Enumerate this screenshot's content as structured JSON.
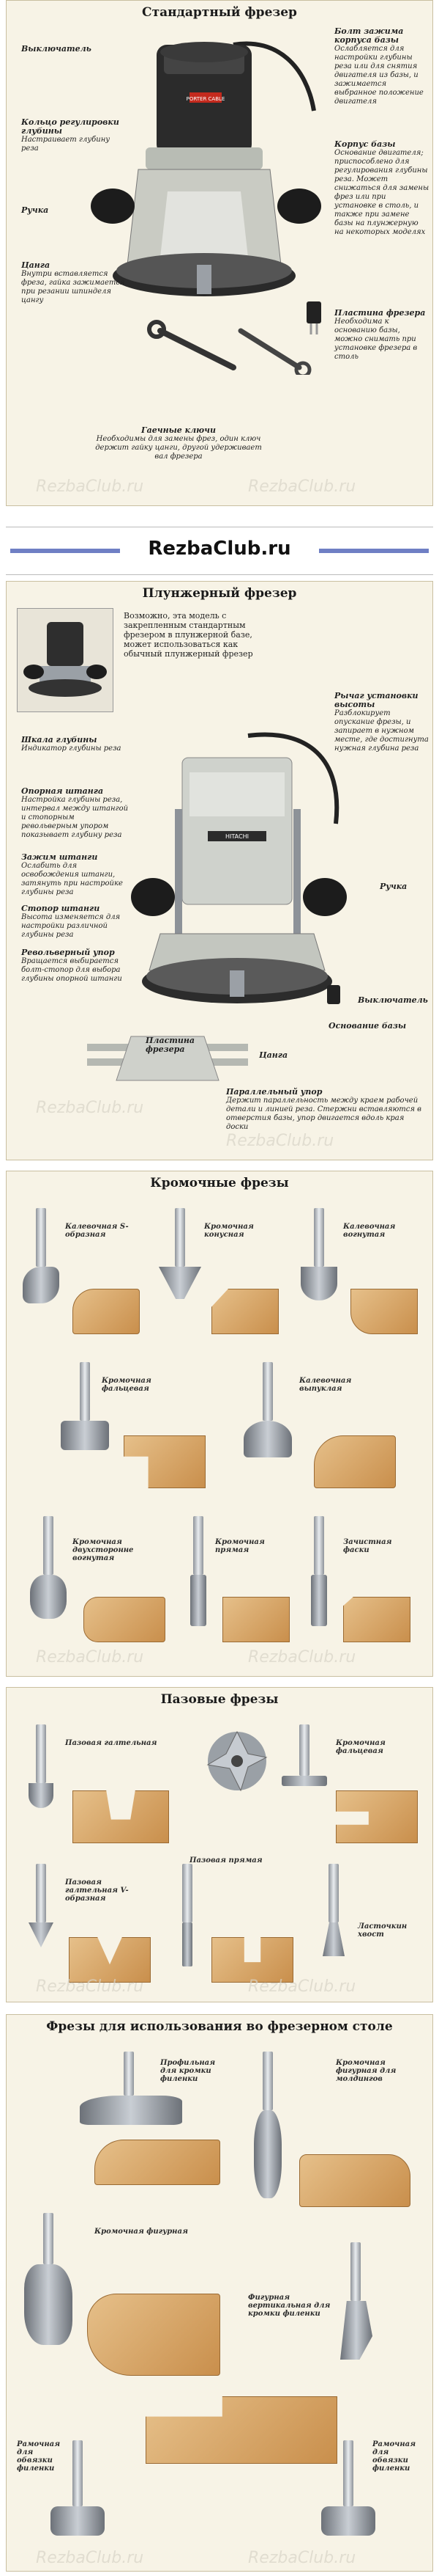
{
  "section1": {
    "title": "Стандартный фрезер",
    "labels": [
      {
        "title": "Выключатель",
        "text": ""
      },
      {
        "title": "Кольцо регулировки глубины",
        "text": "Настраивает глубину реза"
      },
      {
        "title": "Ручка",
        "text": ""
      },
      {
        "title": "Цанга",
        "text": "Внутри вставляется фреза, гайка зажимается при резании шпинделя цангу"
      },
      {
        "title": "Гаечные ключи",
        "text": "Необходимы для замены фрез, один ключ держит гайку цанги, другой удерживает вал фрезера"
      },
      {
        "title": "Болт зажима корпуса базы",
        "text": "Ослабляется для настройки глубины реза или для снятия двигателя из базы, и зажимается выбранное положение двигателя"
      },
      {
        "title": "Корпус базы",
        "text": "Основание двигателя; приспособлено для регулирования глубины реза. Может снижаться для замены фрез или при установке в столь, и также при замене базы на плунжерную на некоторых моделях"
      },
      {
        "title": "Пластина фрезера",
        "text": "Необходима к основанию базы, можно снимать при установке фрезера в столь"
      }
    ],
    "brand": "PORTER CABLE"
  },
  "banner": {
    "text": "RezbaClub.ru"
  },
  "section2": {
    "title": "Плунжерный фрезер",
    "intro": "Возможно, эта модель с закрепленным стандартным фрезером в плунжерной базе, может использоваться как обычный плунжерный фрезер",
    "labels": [
      {
        "title": "Рычаг установки высоты",
        "text": "Разблокирует опускание фрезы, и запирает в нужном месте, где достигнута нужная глубина реза"
      },
      {
        "title": "Шкала глубины",
        "text": "Индикатор глубины реза"
      },
      {
        "title": "Опорная штанга",
        "text": "Настройка глубины реза, интервал между штангой и стопорным револьверным упором показывает глубину реза"
      },
      {
        "title": "Зажим штанги",
        "text": "Ослабить для освобождения штанги, затянуть при настройке глубины реза"
      },
      {
        "title": "Стопор штанги",
        "text": "Высота изменяется для настройки различной глубины реза"
      },
      {
        "title": "Револьверный упор",
        "text": "Вращается выбирается болт-стопор для выбора глубины опорной штанги"
      },
      {
        "title": "Пластина фрезера",
        "text": ""
      },
      {
        "title": "Ручка",
        "text": ""
      },
      {
        "title": "Выключатель",
        "text": ""
      },
      {
        "title": "Основание базы",
        "text": ""
      },
      {
        "title": "Цанга",
        "text": ""
      },
      {
        "title": "Параллельный упор",
        "text": "Держит параллельность между краем рабочей детали и линией реза. Стержни вставляются в отверстия базы, упор двигается вдоль края доски"
      }
    ],
    "brand": "HITACHI"
  },
  "section3": {
    "title": "Кромочные фрезы",
    "items": [
      {
        "name": "Калевочная S-образная"
      },
      {
        "name": "Кромочная конусная"
      },
      {
        "name": "Калевочная вогнутая"
      },
      {
        "name": "Кромочная фальцевая"
      },
      {
        "name": "Калевочная выпуклая"
      },
      {
        "name": "Кромочная двухсторонне вогнутая"
      },
      {
        "name": "Кромочная прямая"
      },
      {
        "name": "Зачистная фаски"
      }
    ]
  },
  "section4": {
    "title": "Пазовые фрезы",
    "items": [
      {
        "name": "Пазовая галтельная"
      },
      {
        "name": "Кромочная фальцевая"
      },
      {
        "name": "Пазовая галтельная V-образная"
      },
      {
        "name": "Пазовая прямая"
      },
      {
        "name": "Ласточкин хвост"
      }
    ]
  },
  "section5": {
    "title": "Фрезы для использования во фрезерном столе",
    "items": [
      {
        "name": "Профильная для кромки филенки"
      },
      {
        "name": "Кромочная фигурная для молдингов"
      },
      {
        "name": "Кромочная фигурная"
      },
      {
        "name": "Фигурная вертикальная для кромки филенки"
      },
      {
        "name": "Рамочная для обвязки филенки"
      },
      {
        "name": "Рамочная для обвязки филенки"
      }
    ]
  },
  "watermark": "RezbaClub.ru",
  "colors": {
    "panel": "#f7f3e6",
    "banner_bar": "#6f7fc4",
    "wood": "#d6a464",
    "metal": "#b9bec4"
  }
}
